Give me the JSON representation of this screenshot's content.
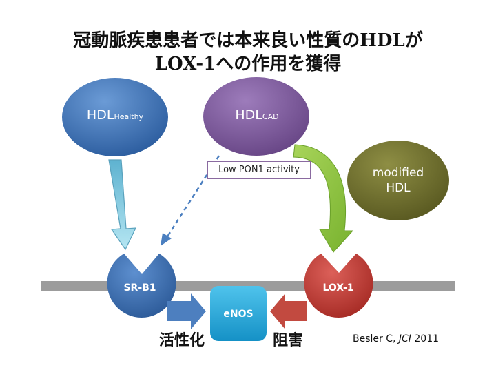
{
  "title": {
    "line1": "冠動脈疾患患者では本来良い性質のHDLが",
    "line2": "LOX-1への作用を獲得"
  },
  "nodes": {
    "hdl_healthy": {
      "main": "HDL",
      "sub": "Healthy"
    },
    "hdl_cad": {
      "main": "HDL",
      "sub": "CAD"
    },
    "modified_hdl": {
      "line1": "modified",
      "line2": "HDL"
    }
  },
  "annotation": {
    "pon": "Low PON1 activity"
  },
  "receptors": {
    "sr_b1": "SR-B1",
    "lox1": "LOX-1"
  },
  "enzyme": {
    "enos": "eNOS"
  },
  "effects": {
    "activation": "活性化",
    "inhibition": "阻害"
  },
  "citation": {
    "author": "Besler C, ",
    "journal": "JCI",
    "year": " 2011"
  },
  "colors": {
    "healthy": "#3f74b6",
    "cad": "#7d5a9c",
    "modified": "#6e6e2a",
    "receptor_sr": "#3c70b4",
    "receptor_lox": "#c23b33",
    "enos": "#1ea6d8",
    "arrow_healthy": "#88cfe0",
    "arrow_modified": "#8cc63e",
    "arrow_activation": "#4d7fbf",
    "arrow_inhibition": "#c24a40",
    "membrane": "#9c9c9c"
  }
}
